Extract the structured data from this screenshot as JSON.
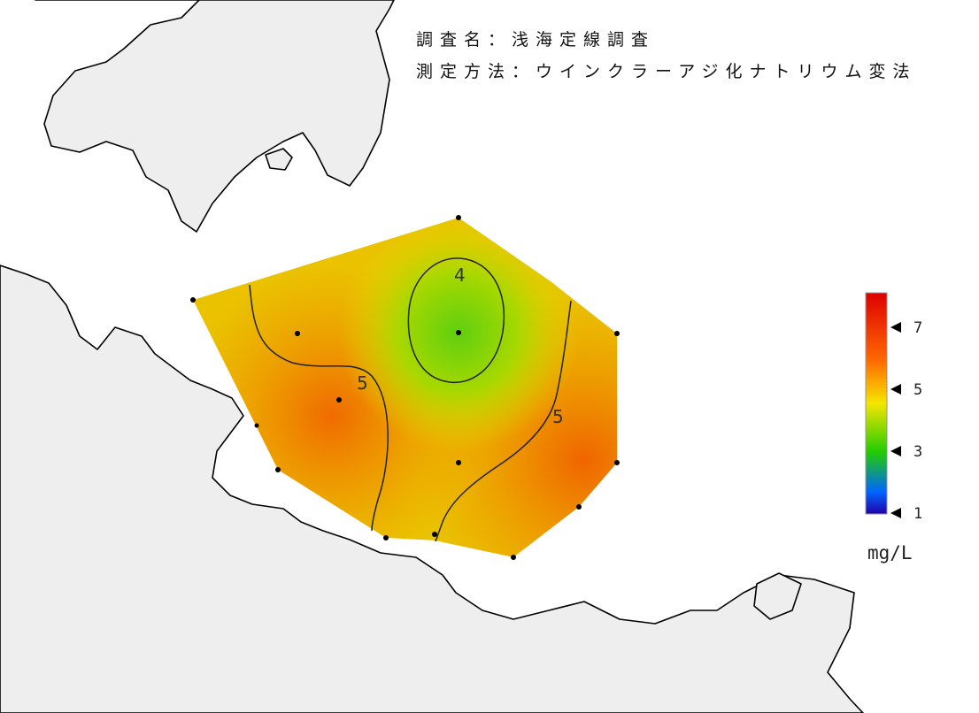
{
  "survey": {
    "name_label": "調査名",
    "name_sep": "：",
    "name_value": "浅海定線調査",
    "method_label": "測定方法",
    "method_sep": "：",
    "method_value": "ウインクラーアジ化ナトリウム変法"
  },
  "contours": [
    {
      "value": "4"
    },
    {
      "value": "5"
    },
    {
      "value": "5"
    }
  ],
  "colorbar": {
    "ticks": [
      "7",
      "5",
      "3",
      "1"
    ],
    "unit": "mg/L",
    "colors": [
      "#dd0000",
      "#ff6600",
      "#f5e600",
      "#22cc00",
      "#0066ff",
      "#2200aa"
    ]
  },
  "stations_count_visible": 14,
  "colors": {
    "land": "#eeeeee",
    "coast": "#000000",
    "high": "#f07a00",
    "mid": "#f0d000",
    "low": "#7ad400"
  }
}
